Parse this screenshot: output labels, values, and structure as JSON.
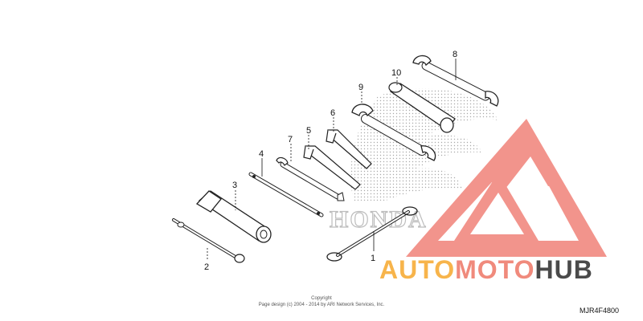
{
  "parts": [
    {
      "id": "part-1",
      "number": "1"
    },
    {
      "id": "part-2",
      "number": "2"
    },
    {
      "id": "part-3",
      "number": "3"
    },
    {
      "id": "part-4",
      "number": "4"
    },
    {
      "id": "part-5",
      "number": "5"
    },
    {
      "id": "part-6",
      "number": "6"
    },
    {
      "id": "part-7",
      "number": "7"
    },
    {
      "id": "part-8",
      "number": "8"
    },
    {
      "id": "part-9",
      "number": "9"
    },
    {
      "id": "part-10",
      "number": "10"
    }
  ],
  "watermark": {
    "brand_text": "HONDA",
    "name_part1": "AUTO",
    "name_part2": "MOTO",
    "name_part3": "HUB",
    "colors": {
      "logo": "#f07a70",
      "auto": "#f7b44b",
      "moto": "#f08a7c",
      "hub": "#4a4a4a"
    }
  },
  "copyright": {
    "line1": "Copyright",
    "line2": "Page design (c) 2004 - 2014 by ARI Network Services, Inc."
  },
  "diagram_code": "MJR4F4800"
}
